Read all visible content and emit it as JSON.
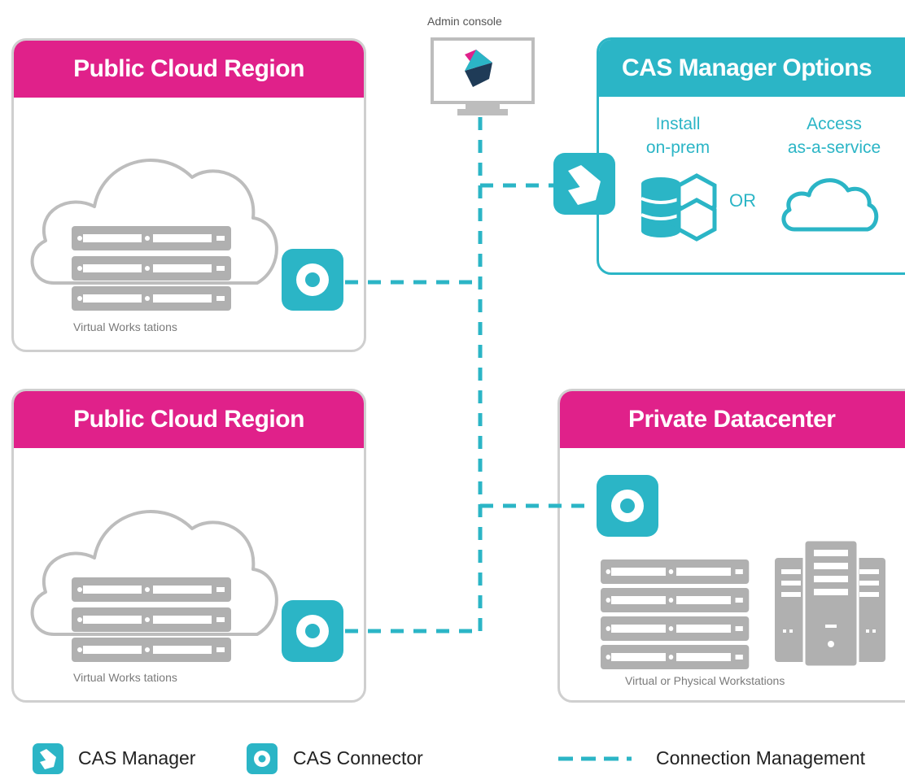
{
  "admin_console": {
    "label": "Admin console"
  },
  "regions": [
    {
      "title": "Public Cloud Region",
      "caption": "Virtual Works tations"
    },
    {
      "title": "Public Cloud Region",
      "caption": "Virtual Works tations"
    }
  ],
  "cas_manager_options": {
    "title": "CAS Manager Options",
    "install_line1": "Install",
    "install_line2": "on-prem",
    "access_line1": "Access",
    "access_line2": "as-a-service",
    "or_label": "OR"
  },
  "private_datacenter": {
    "title": "Private Datacenter",
    "caption": "Virtual or Physical Workstations"
  },
  "legend": {
    "manager": "CAS Manager",
    "connector": "CAS Connector",
    "connection": "Connection Management"
  },
  "colors": {
    "magenta": "#e0218a",
    "teal": "#2bb5c6",
    "gray": "#cfcfcf",
    "server_gray": "#b0b0b0",
    "dark_blue": "#1f3b57"
  },
  "icons": [
    "cas-manager-icon",
    "cas-connector-icon",
    "cloud-icon",
    "server-rack-icon",
    "database-icon",
    "tower-server-icon",
    "monitor-icon"
  ]
}
